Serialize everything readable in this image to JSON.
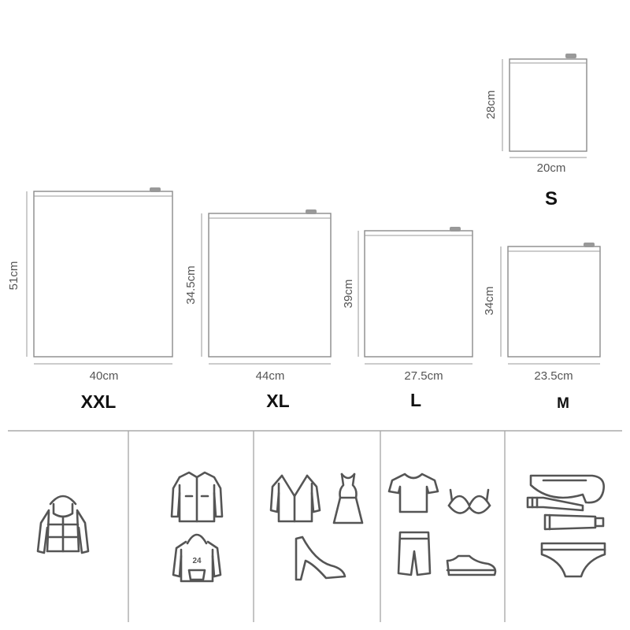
{
  "bags": [
    {
      "size": "XXL",
      "width": "40cm",
      "height": "51cm"
    },
    {
      "size": "XL",
      "width": "44cm",
      "height": "34.5cm"
    },
    {
      "size": "L",
      "width": "27.5cm",
      "height": "39cm"
    },
    {
      "size": "M",
      "width": "23.5cm",
      "height": "34cm"
    },
    {
      "size": "S",
      "width": "20cm",
      "height": "28cm"
    }
  ],
  "icons": {
    "col1": [
      "down-jacket-icon"
    ],
    "col2": [
      "zip-jacket-icon",
      "hoodie-icon"
    ],
    "col3": [
      "cardigan-icon",
      "dress-icon",
      "high-heel-shoe-icon"
    ],
    "col4": [
      "tshirt-icon",
      "bra-icon",
      "shorts-icon",
      "shoe-icon"
    ],
    "col5": [
      "towel-icon",
      "toothbrush-icon",
      "toothpaste-icon",
      "underwear-icon"
    ]
  },
  "hoodie_number": "24"
}
